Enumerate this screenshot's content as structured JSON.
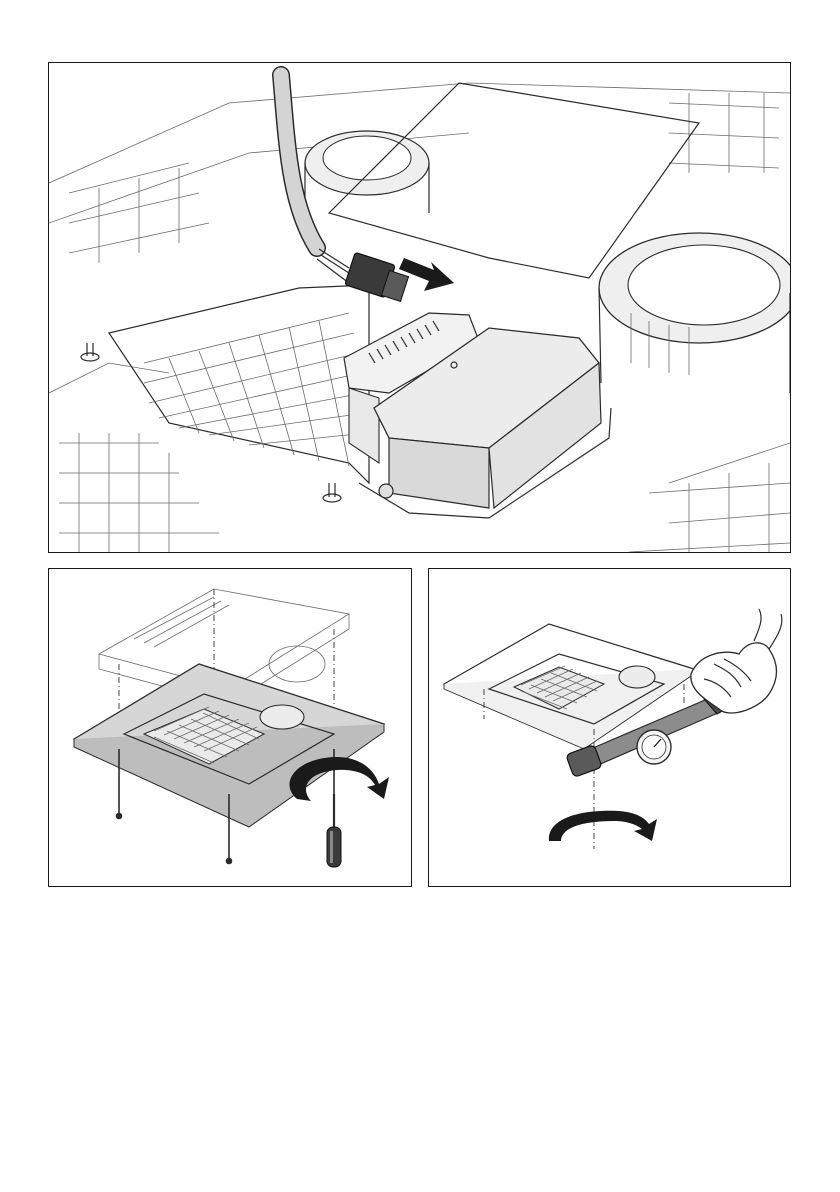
{
  "figures": [
    {
      "step": "disconnect-connector",
      "icons": [
        "connector-icon",
        "arrow-right-icon",
        "device-box-icon"
      ]
    },
    {
      "step": "screw-plate",
      "icons": [
        "screwdriver-icon",
        "rotate-clockwise-icon"
      ]
    },
    {
      "step": "torque-wrench",
      "icons": [
        "torque-wrench-icon",
        "hand-icon",
        "rotate-clockwise-icon"
      ]
    }
  ],
  "colors": {
    "line": "#2b2b2b",
    "fill_light": "#f2f2f2",
    "fill_mid": "#d9d9d9",
    "fill_dark": "#3a3a3a"
  }
}
